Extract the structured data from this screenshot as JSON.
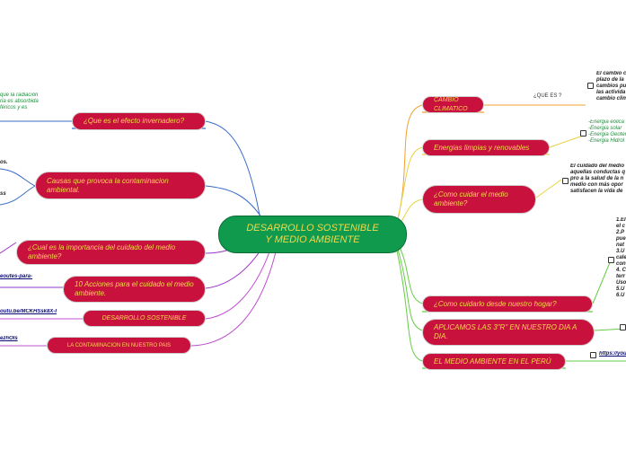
{
  "center": {
    "label": "DESARROLLO SOSTENIBLE Y MEDIO AMBIENTE"
  },
  "right": {
    "cambio": {
      "label": "CAMBIO CLIMATICO",
      "connector": "¿QUE ES ?",
      "note": [
        "El cambio c",
        "plazo de la",
        "cambios pu",
        "las activida",
        "cambio clim"
      ]
    },
    "energias": {
      "label": "Energias limpias y renovables",
      "note": [
        "-Energia eólica",
        "-Energia solar",
        "-Energia Geoter",
        "-Energia Hidrol"
      ]
    },
    "cuidar": {
      "label": "¿Como cuidar el medio ambiente?",
      "note": [
        "El cuidado del medio",
        "aquellas conductas q",
        "pro a la salud de la n",
        "medio con más opor",
        "satisfacen la vida de"
      ]
    },
    "hogar": {
      "label": "¿Como cuidarlo desde nuestro hogar?",
      "note": [
        "1.El",
        "el c",
        "2.P",
        "pue",
        "nat",
        "3.U",
        "cale",
        "con",
        "4. C",
        "terr",
        "Uso",
        "5.U",
        "6.U"
      ]
    },
    "rrr": {
      "label": "APLICAMOS LAS 3\"R\" EN NUESTRO DIA A DIA."
    },
    "peru": {
      "label": "EL MEDIO AMBIENTE EN EL PERÚ",
      "note": "https://you"
    }
  },
  "left": {
    "invernadero": {
      "label": "¿Que es el efecto invernadero?",
      "note": [
        "que la radiación",
        "ria es absorbida",
        "féricos y es"
      ]
    },
    "causas": {
      "label": "Causas que provoca la contaminacion ambiental.",
      "note": [
        "os.",
        "ss"
      ]
    },
    "importancia": {
      "label": "¿Cual es la importancia del cuidado del medio ambiente?"
    },
    "acciones": {
      "label": "10 Acciones para el cuidado el medio ambiente.",
      "note": "eoutes-para-"
    },
    "desarrollo": {
      "label": "DESARROLLO SOSTENIBLE",
      "note": "outu.be/MCKHSsk8X-I"
    },
    "pais": {
      "label": "LA CONTAMINACION EN NUESTRO PAIS",
      "note": "ezhOIs"
    }
  },
  "colors": {
    "node": "#c8123d",
    "text": "#f2d84a",
    "center": "#109a4e",
    "branch_orange": "#f0a030",
    "branch_yellow": "#e8d040",
    "branch_green": "#66cc44",
    "branch_blue": "#3a6cc8",
    "branch_purple": "#9b3ac8",
    "branch_violet": "#c050d0"
  }
}
